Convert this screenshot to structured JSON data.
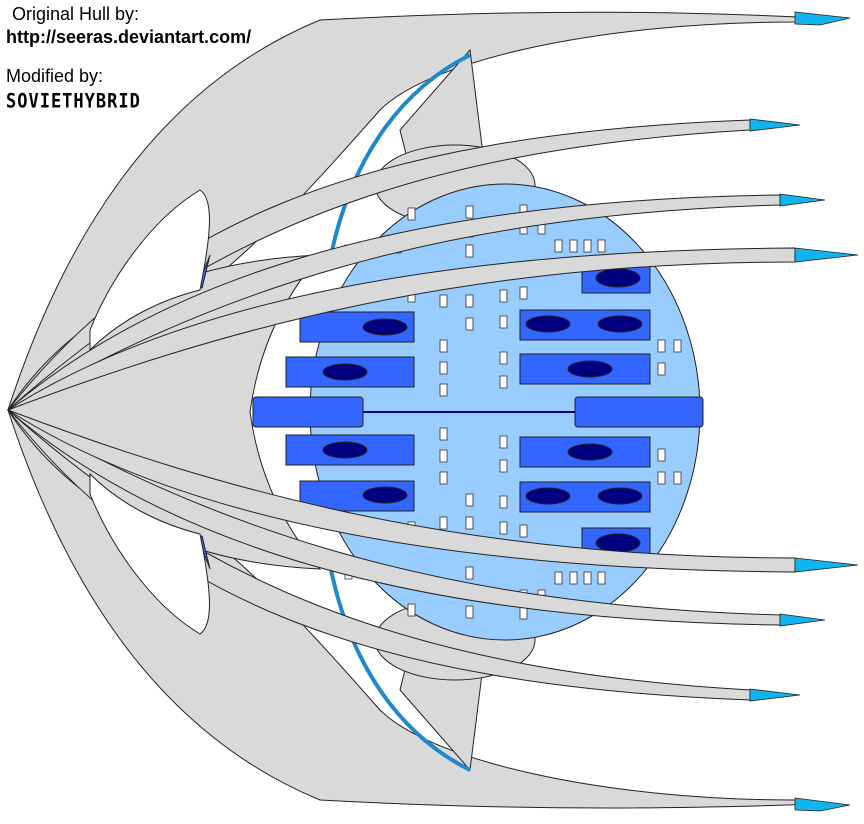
{
  "credits": {
    "original_label": "Original Hull by:",
    "original_url": "http://seeras.deviantart.com/",
    "modified_label": "Modified by:",
    "modifier_name": "SOVIETHYBRID"
  },
  "colors": {
    "hull": "#d9d9d9",
    "outline": "#222222",
    "saucer": "#99ccff",
    "bay": "#3366ff",
    "bay_core": "#000080",
    "tip": "#11b5ee",
    "edge": "#2288cc"
  }
}
